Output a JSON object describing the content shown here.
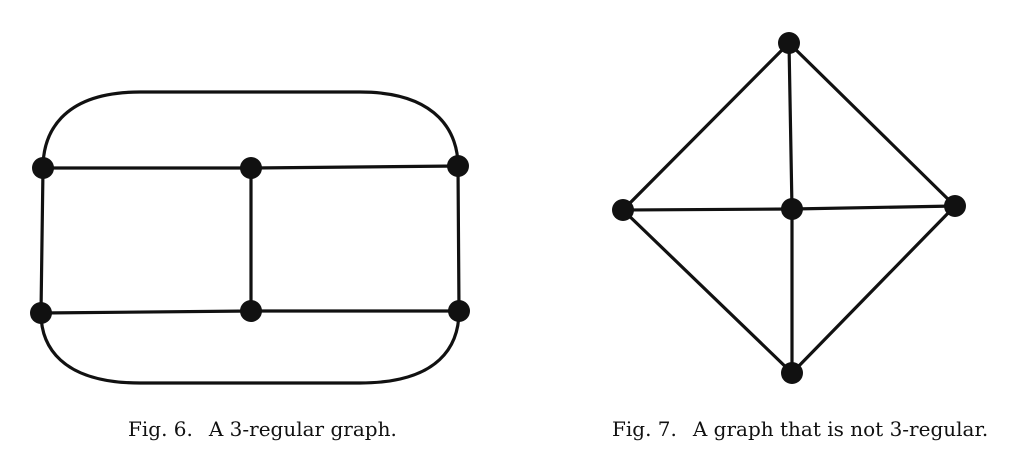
{
  "colors": {
    "ink": "#111111",
    "background": "#ffffff"
  },
  "figures": [
    {
      "id": "fig6",
      "caption_number": "Fig. 6.",
      "caption_text": "A 3-regular graph.",
      "nodes": [
        "a",
        "b",
        "c",
        "d",
        "e",
        "f"
      ],
      "edges": [
        [
          "a",
          "b"
        ],
        [
          "b",
          "c"
        ],
        [
          "d",
          "e"
        ],
        [
          "e",
          "f"
        ],
        [
          "a",
          "d"
        ],
        [
          "b",
          "e"
        ],
        [
          "c",
          "f"
        ],
        [
          "a",
          "c"
        ],
        [
          "d",
          "f"
        ]
      ]
    },
    {
      "id": "fig7",
      "caption_number": "Fig. 7.",
      "caption_text": "A graph that is not 3-regular.",
      "nodes": [
        "top",
        "left",
        "center",
        "right",
        "bottom"
      ],
      "edges": [
        [
          "top",
          "left"
        ],
        [
          "top",
          "right"
        ],
        [
          "bottom",
          "left"
        ],
        [
          "bottom",
          "right"
        ],
        [
          "top",
          "center"
        ],
        [
          "center",
          "bottom"
        ],
        [
          "left",
          "center"
        ],
        [
          "center",
          "right"
        ]
      ]
    }
  ]
}
